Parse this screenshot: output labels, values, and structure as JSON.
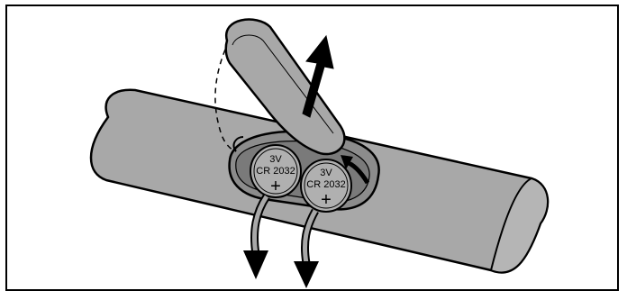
{
  "illustration": {
    "subject": "remote control battery replacement",
    "fill_color": "#a8a8a8",
    "dark_fill_color": "#8c8c8c",
    "stroke_color": "#000000"
  },
  "batteries": [
    {
      "voltage": "3V",
      "model": "CR 2032",
      "polarity": "+"
    },
    {
      "voltage": "3V",
      "model": "CR 2032",
      "polarity": "+"
    }
  ]
}
